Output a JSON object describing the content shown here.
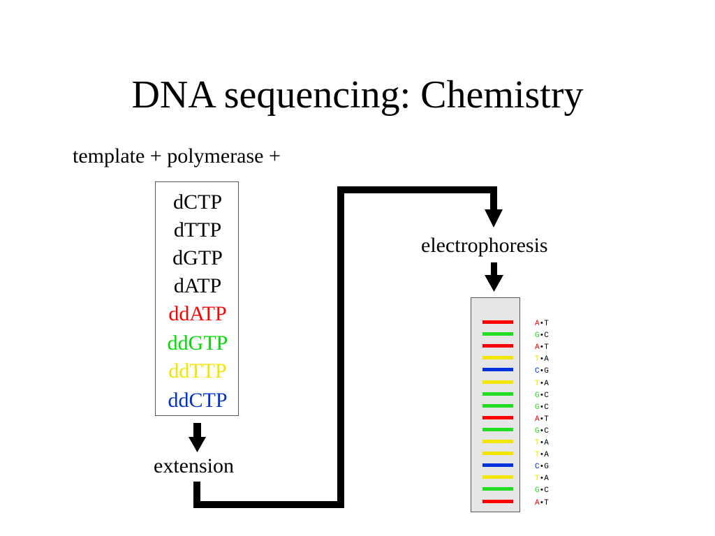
{
  "title": "DNA sequencing: Chemistry",
  "intro": "template + polymerase +",
  "reagents": [
    {
      "label": "dCTP",
      "color": "#000000"
    },
    {
      "label": "dTTP",
      "color": "#000000"
    },
    {
      "label": "dGTP",
      "color": "#000000"
    },
    {
      "label": "dATP",
      "color": "#000000"
    },
    {
      "label": "ddATP",
      "color": "#ff0000"
    },
    {
      "label": "ddGTP",
      "color": "#00dd00"
    },
    {
      "label": "ddTTP",
      "color": "#f2e600"
    },
    {
      "label": "ddCTP",
      "color": "#0033cc"
    }
  ],
  "steps": {
    "extension": "extension",
    "electrophoresis": "electrophoresis"
  },
  "base_colors": {
    "A": "#ff0000",
    "G": "#22dd22",
    "T": "#f2e600",
    "C": "#0033dd"
  },
  "sequence": [
    {
      "base": "A",
      "bullet": "•",
      "complement": "T"
    },
    {
      "base": "G",
      "bullet": "•",
      "complement": "C"
    },
    {
      "base": "A",
      "bullet": "•",
      "complement": "T"
    },
    {
      "base": "T",
      "bullet": "•",
      "complement": "A"
    },
    {
      "base": "C",
      "bullet": "•",
      "complement": "G"
    },
    {
      "base": "T",
      "bullet": "•",
      "complement": "A"
    },
    {
      "base": "G",
      "bullet": "•",
      "complement": "C"
    },
    {
      "base": "G",
      "bullet": "•",
      "complement": "C"
    },
    {
      "base": "A",
      "bullet": "•",
      "complement": "T"
    },
    {
      "base": "G",
      "bullet": "•",
      "complement": "C"
    },
    {
      "base": "T",
      "bullet": "•",
      "complement": "A"
    },
    {
      "base": "T",
      "bullet": "•",
      "complement": "A"
    },
    {
      "base": "C",
      "bullet": "•",
      "complement": "G"
    },
    {
      "base": "T",
      "bullet": "•",
      "complement": "A"
    },
    {
      "base": "G",
      "bullet": "•",
      "complement": "C"
    },
    {
      "base": "A",
      "bullet": "•",
      "complement": "T"
    }
  ]
}
